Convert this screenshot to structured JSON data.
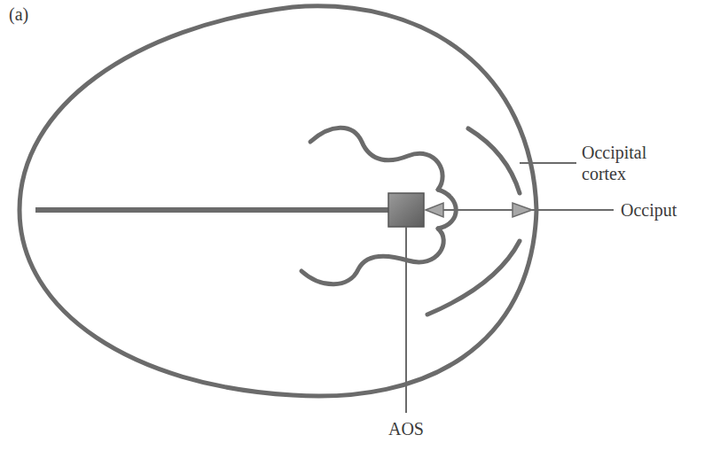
{
  "diagram": {
    "labels": [
      "(a)",
      "Occipital cortex",
      "Occiput",
      "AOS"
    ]
  }
}
